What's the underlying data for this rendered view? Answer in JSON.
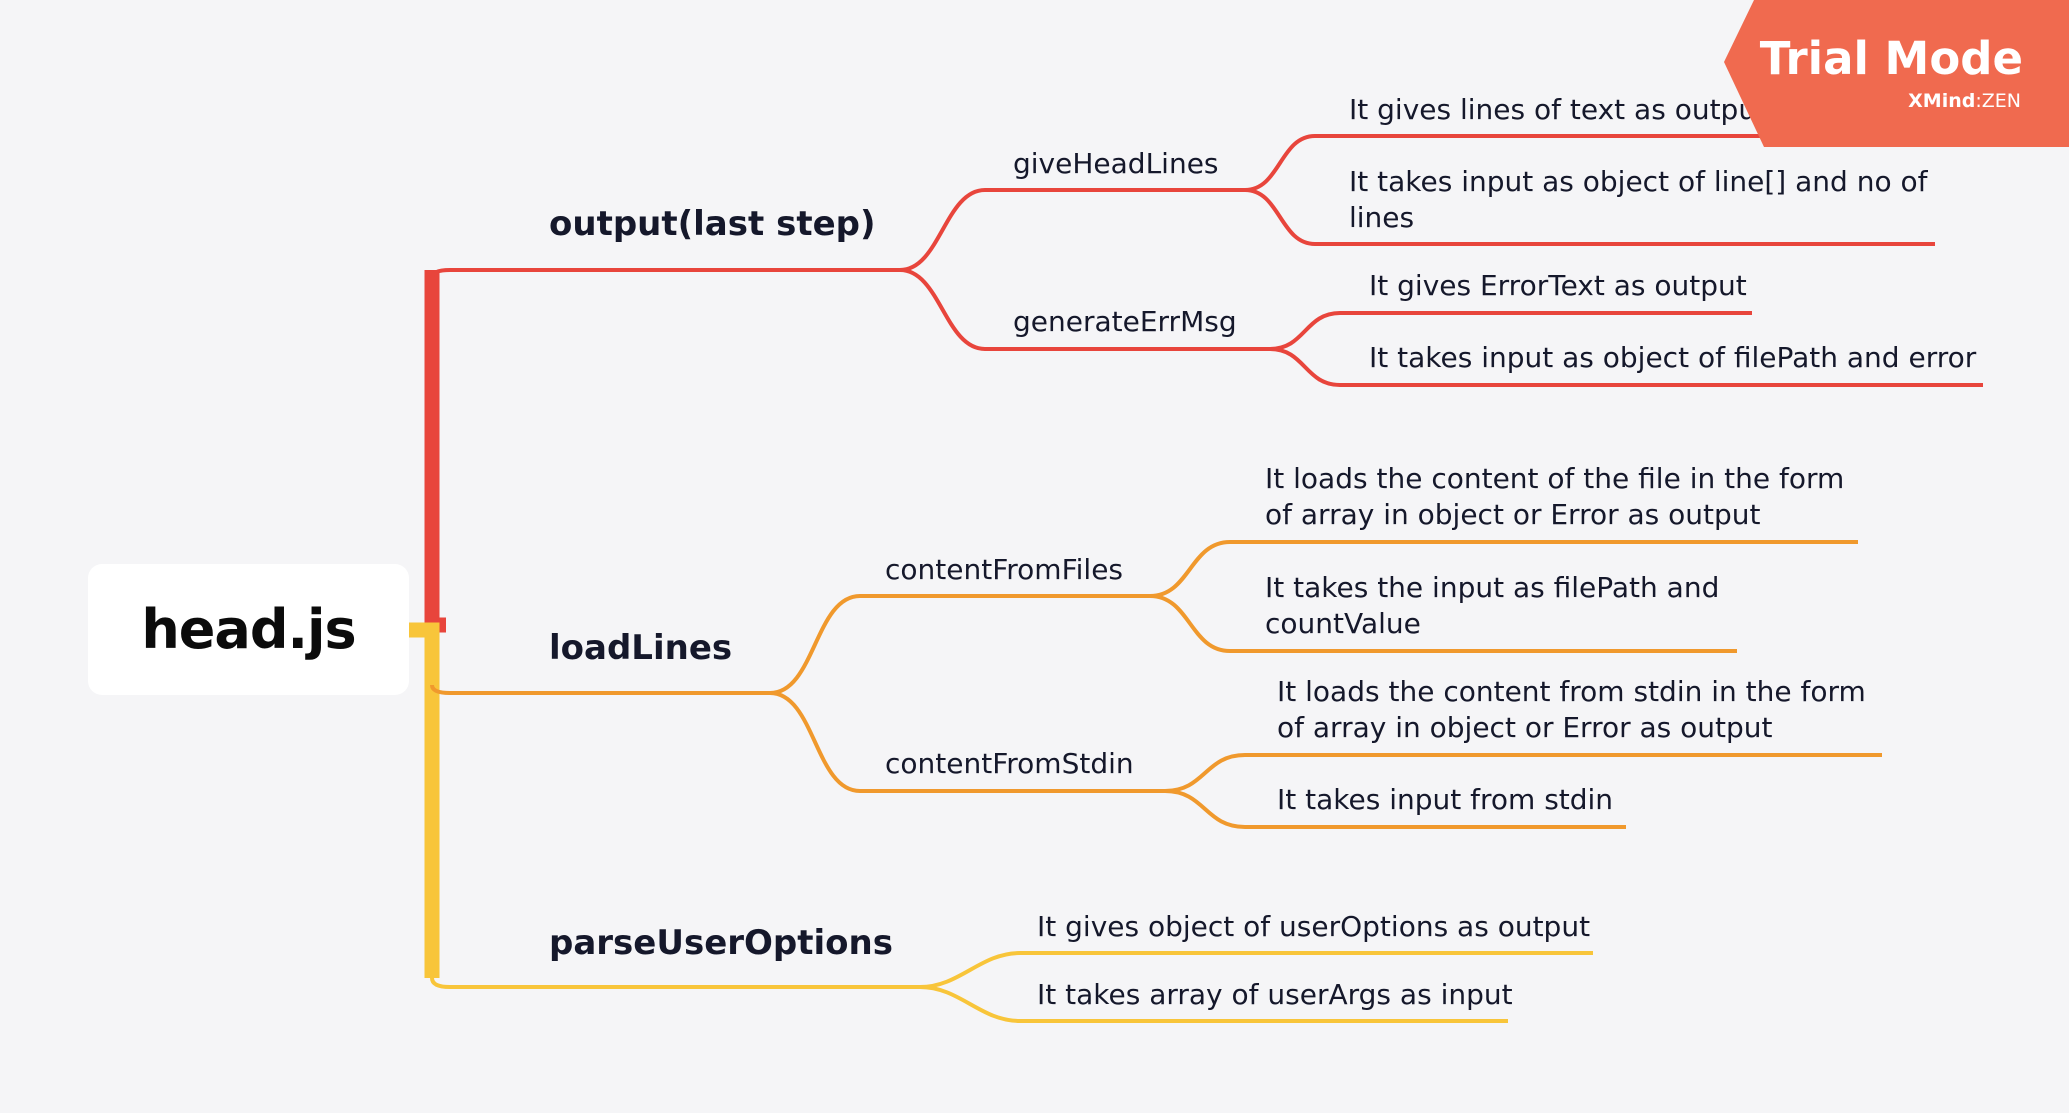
{
  "root": "head.js",
  "trial": {
    "title": "Trial Mode",
    "brand": "XMind",
    "edition": "ZEN",
    "color": "#f06a4f"
  },
  "colors": {
    "output": "#e8453c",
    "loadLines": "#f0992d",
    "parseUserOptions": "#f8c53a"
  },
  "branches": {
    "output": {
      "label": "output(last step)",
      "giveHeadLines": {
        "label": "giveHeadLines",
        "leaf1": "It gives lines of text as output",
        "leaf2_l1": "It takes input as object of line[] and no of",
        "leaf2_l2": "lines"
      },
      "generateErrMsg": {
        "label": "generateErrMsg",
        "leaf1": "It gives ErrorText as output",
        "leaf2": "It takes input as object of filePath and error"
      }
    },
    "loadLines": {
      "label": "loadLines",
      "contentFromFiles": {
        "label": "contentFromFiles",
        "leaf1_l1": "It loads the content of the file in the form",
        "leaf1_l2": "of array in object or Error as output",
        "leaf2_l1": "It takes the input as filePath and",
        "leaf2_l2": "countValue"
      },
      "contentFromStdin": {
        "label": "contentFromStdin",
        "leaf1_l1": "It loads the content from stdin in the form",
        "leaf1_l2": "of array in object or Error as output",
        "leaf2": "It takes input from stdin"
      }
    },
    "parseUserOptions": {
      "label": "parseUserOptions",
      "leaf1": "It gives object of userOptions as output",
      "leaf2": "It takes array of userArgs as input"
    }
  }
}
